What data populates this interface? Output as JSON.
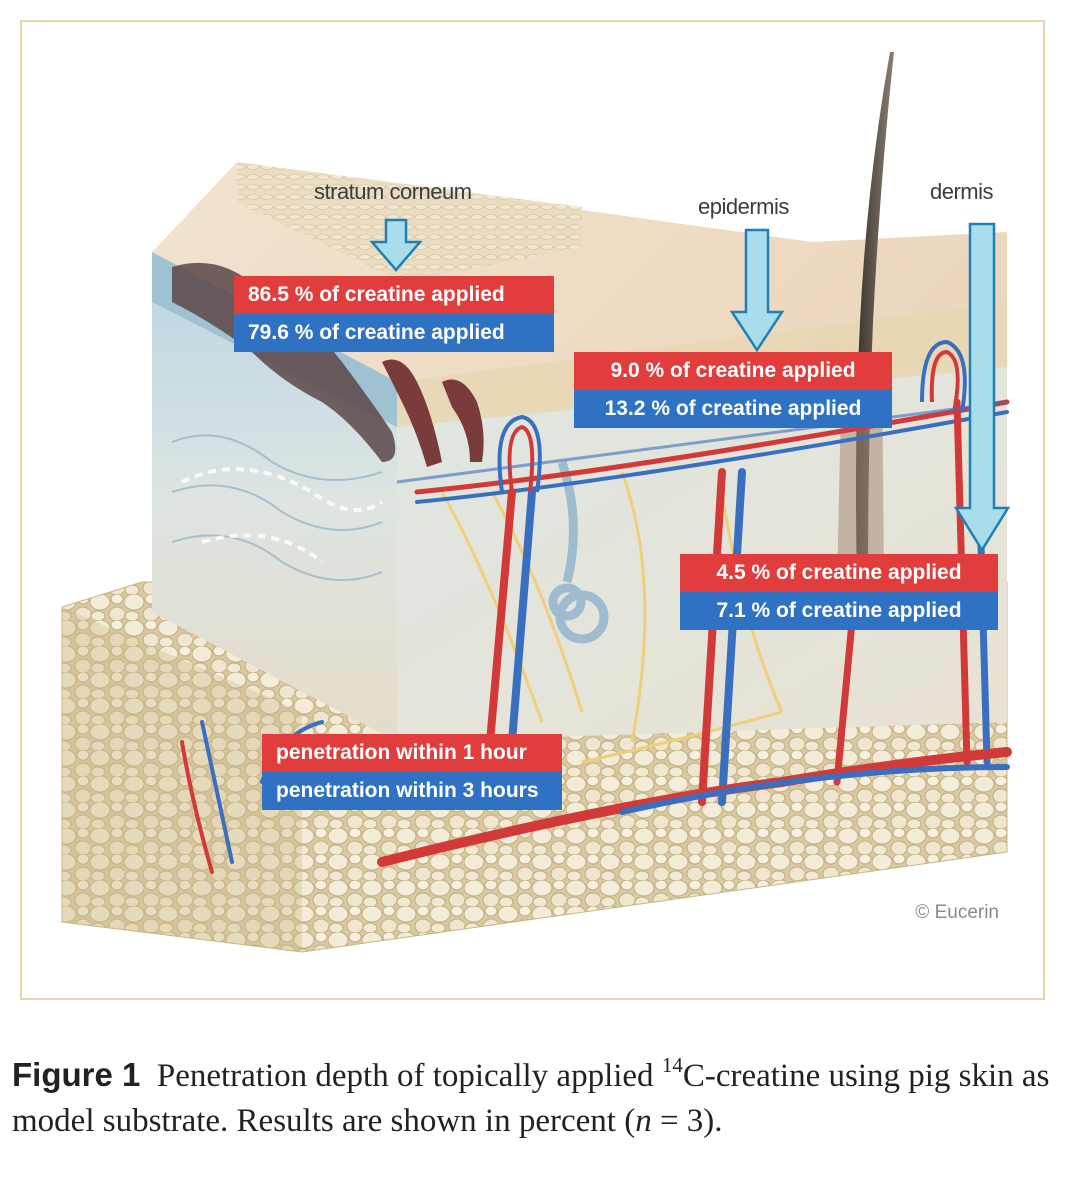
{
  "labels": {
    "stratum_corneum": "stratum corneum",
    "epidermis": "epidermis",
    "dermis": "dermis"
  },
  "stratum_corneum_box": {
    "one_hour": "86.5 % of creatine applied",
    "three_hours": "79.6 % of creatine applied"
  },
  "epidermis_box": {
    "one_hour": "9.0 % of creatine applied",
    "three_hours": "13.2 % of creatine applied"
  },
  "dermis_box": {
    "one_hour": "4.5 % of creatine applied",
    "three_hours": "7.1 % of creatine applied"
  },
  "legend": {
    "one_hour": "penetration within 1 hour",
    "three_hours": "penetration within 3 hours"
  },
  "copyright": "© Eucerin",
  "caption": {
    "label": "Figure 1",
    "text_before_sup": "Penetration depth of topically applied ",
    "superscript": "14",
    "text_after_sup": "C-creatine using pig skin as model substrate. Results are shown in percent (",
    "n_symbol": "n",
    "text_end": " = 3)."
  },
  "colors": {
    "one_hour_red": "#e13d3d",
    "three_hours_blue": "#2f72c3",
    "arrow_fill": "#a9ddec",
    "frame_border": "#e7d6a9"
  },
  "icons": [
    "down-arrow-icon"
  ]
}
